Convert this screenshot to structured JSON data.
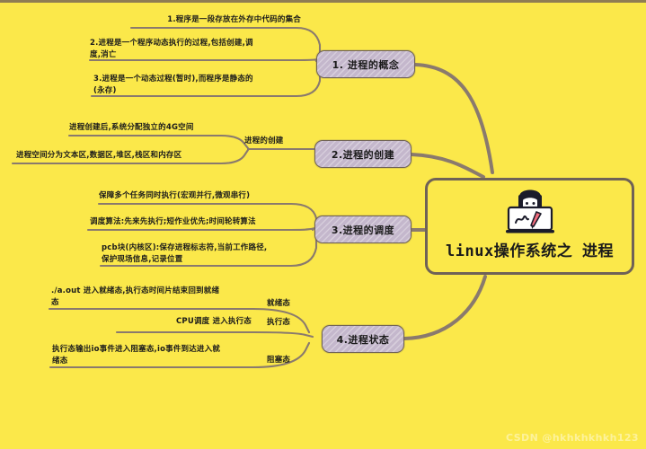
{
  "canvas": {
    "background_color": "#fbe84a",
    "connector_color": "#8a7a6d",
    "node_fill_color": "#c4b7cc",
    "node_border_color": "#6f6257",
    "text_color": "#1b1b1b"
  },
  "central": {
    "title": "linux操作系统之 进程",
    "illustration_name": "person-with-whiteboard-and-pen"
  },
  "branches": [
    {
      "id": "concept",
      "node_label": "1. 进程的概念",
      "leaves": [
        {
          "text": "1.程序是一段存放在外存中代码的集合"
        },
        {
          "text": "2.进程是一个程序动态执行的过程,包括创建,调\n度,消亡"
        },
        {
          "text": "3.进程是一个动态过程(暂时),而程序是静态的\n(永存)"
        }
      ],
      "edge_labels": []
    },
    {
      "id": "creation",
      "node_label": "2.进程的创建",
      "leaves": [
        {
          "text": "进程创建后,系统分配独立的4G空间"
        },
        {
          "text": "进程空间分为文本区,数据区,堆区,栈区和内存区"
        }
      ],
      "edge_labels": [
        {
          "text": "进程的创建"
        }
      ]
    },
    {
      "id": "scheduling",
      "node_label": "3.进程的调度",
      "leaves": [
        {
          "text": "保障多个任务同时执行(宏观并行,微观串行)"
        },
        {
          "text": "调度算法:先来先执行;短作业优先;时间轮转算法"
        },
        {
          "text": "pcb块(内核区):保存进程标志符,当前工作路径,\n保护现场信息,记录位置"
        }
      ],
      "edge_labels": []
    },
    {
      "id": "states",
      "node_label": "4.进程状态",
      "leaves": [
        {
          "text": "./a.out 进入就绪态,执行态时间片结束回到就绪\n态"
        },
        {
          "text": "CPU调度 进入执行态"
        },
        {
          "text": "执行态输出io事件进入阻塞态,io事件到达进入就\n绪态"
        }
      ],
      "edge_labels": [
        {
          "text": "就绪态"
        },
        {
          "text": "执行态"
        },
        {
          "text": "阻塞态"
        }
      ]
    }
  ],
  "watermark": {
    "text": "CSDN @hkhkhkhkh123"
  }
}
